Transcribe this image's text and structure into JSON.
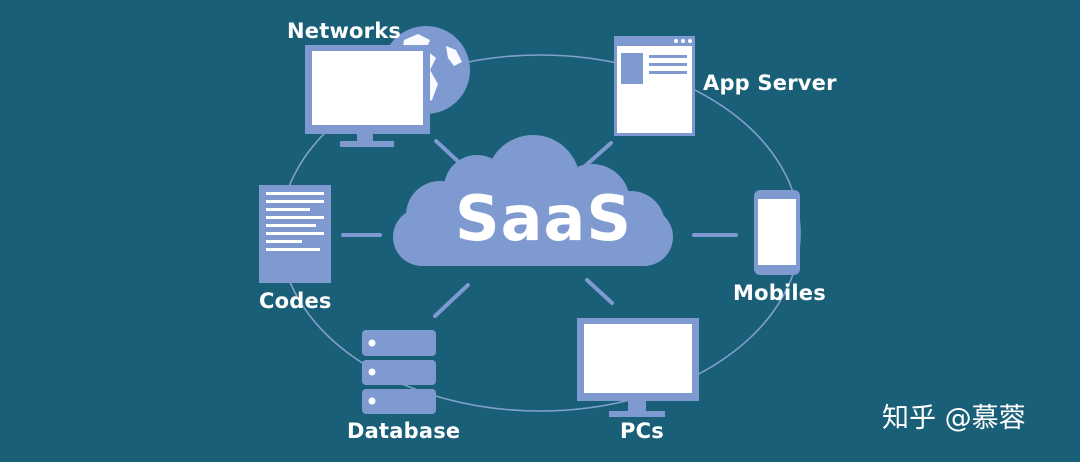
{
  "diagram": {
    "center_label": "SaaS",
    "nodes": {
      "networks": "Networks",
      "app_server": "App Server",
      "codes": "Codes",
      "mobiles": "Mobiles",
      "database": "Database",
      "pcs": "PCs"
    }
  },
  "watermark": "知乎 @慕蓉",
  "colors": {
    "background": "#195f78",
    "icon_fill": "#7e9ad0",
    "icon_light": "#ffffff",
    "connector": "#7e9ad0"
  }
}
